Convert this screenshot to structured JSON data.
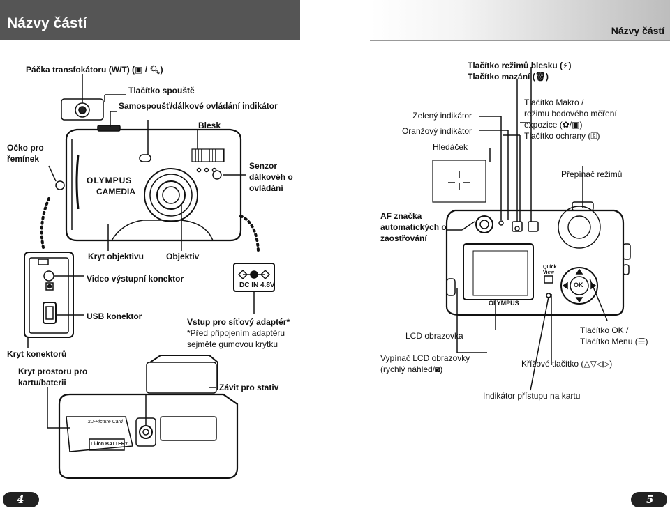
{
  "header": {
    "left_title": "Názvy částí",
    "right_title": "Názvy částí"
  },
  "left_page": {
    "top_view": {
      "zoom_lever": "Páčka transfokátoru (W/T) (",
      "zoom_lever_end": ")",
      "shutter_button": "Tlačítko spouště",
      "self_timer": "Samospoušť/dálkové ovládání indikátor",
      "flash": "Blesk",
      "strap_eyelet": "Očko pro řemínek",
      "remote_sensor": "Senzor dálkovéh o ovládání",
      "lens_cover": "Kryt objektivu",
      "lens": "Objektiv",
      "brand_label": "OLYMPUS",
      "model_label": "CAMEDIA"
    },
    "side_view": {
      "video_out": "Video výstupní konektor",
      "usb": "USB konektor",
      "dc_in": "Vstup pro síťový adaptér*",
      "dc_in_note1": "*Před připojením adaptéru",
      "dc_in_note2": "sejměte gumovou krytku",
      "dc_label": "DC IN 4.8V",
      "connector_cover": "Kryt konektorů",
      "battery_cover": "Kryt prostoru pro kartu/baterii",
      "tripod": "Závit pro stativ",
      "battery_label": "Li-ion BATTERY",
      "xd_label": "xD-Picture Card"
    }
  },
  "right_page": {
    "flash_mode": "Tlačítko režimů blesku (",
    "flash_mode_end": ")",
    "erase": "Tlačítko mazání (",
    "erase_end": ")",
    "green_lamp": "Zelený indikátor",
    "orange_lamp": "Oranžový indikátor",
    "viewfinder": "Hledáček",
    "macro_line1": "Tlačítko Makro /",
    "macro_line2": "režimu bodového měření",
    "macro_line3": "expozice (",
    "macro_line3_end": ")",
    "protect": "Tlačítko ochrany (",
    "protect_end": ")",
    "mode_dial": "Přepínač režimů",
    "af_mark": "AF značka automatických o zaostřování",
    "lcd": "LCD obrazovka",
    "ok_line1": "Tlačítko OK /",
    "ok_line2": "Tlačítko Menu (",
    "ok_end": ")",
    "lcd_switch_line1": "Vypínač LCD obrazovky",
    "lcd_switch_line2": "(rychlý náhled/",
    "lcd_switch_end": ")",
    "arrow_pad": "Křížové tlačítko (",
    "arrow_pad_end": ")",
    "card_access": "Indikátor přístupu na kartu",
    "quick_view": "Quick View",
    "ok_button": "OK",
    "brand_label": "OLYMPUS"
  },
  "footer": {
    "left_page_number": "4",
    "right_page_number": "5"
  }
}
